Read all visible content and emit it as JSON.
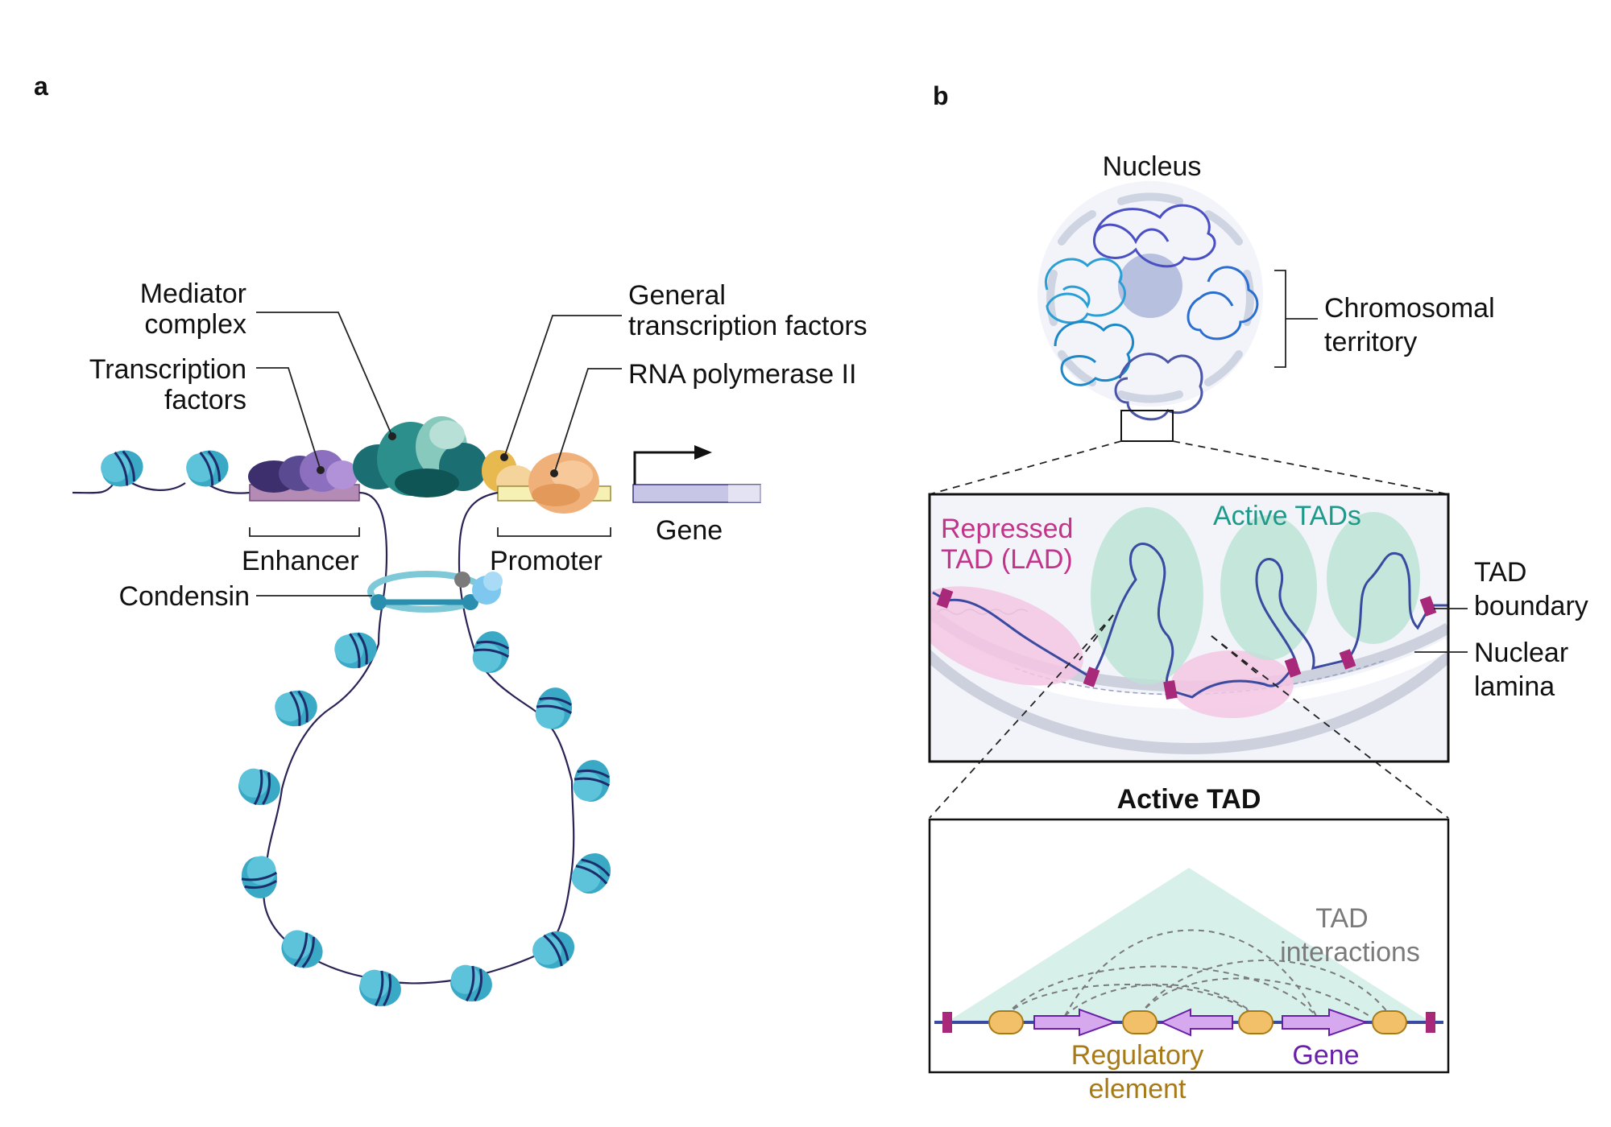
{
  "panel_a": {
    "letter": "a",
    "labels": {
      "mediator_line1": "Mediator",
      "mediator_line2": "complex",
      "tf_line1": "Transcription",
      "tf_line2": "factors",
      "gtf_line1": "General",
      "gtf_line2": "transcription factors",
      "polii": "RNA polymerase II",
      "gene": "Gene",
      "enhancer": "Enhancer",
      "promoter": "Promoter",
      "condensin": "Condensin"
    }
  },
  "panel_b": {
    "letter": "b",
    "labels": {
      "nucleus": "Nucleus",
      "chrom_line1": "Chromosomal",
      "chrom_line2": "territory",
      "repressed_line1": "Repressed",
      "repressed_line2": "TAD (LAD)",
      "active_tads": "Active TADs",
      "tad_boundary_line1": "TAD",
      "tad_boundary_line2": "boundary",
      "lamina_line1": "Nuclear",
      "lamina_line2": "lamina",
      "active_tad_title": "Active TAD",
      "interactions_line1": "TAD",
      "interactions_line2": "interactions",
      "regulatory_line1": "Regulatory",
      "regulatory_line2": "element",
      "gene": "Gene"
    }
  },
  "colors": {
    "nucleosome": "#3aa9c6",
    "dna": "#2a2456",
    "repressed": "#c2338a",
    "active": "#1f9a8a",
    "boundary": "#a8287a",
    "regulatory": "#a77a16",
    "gene": "#6a1fa8",
    "interactions": "#7a7a7a"
  }
}
